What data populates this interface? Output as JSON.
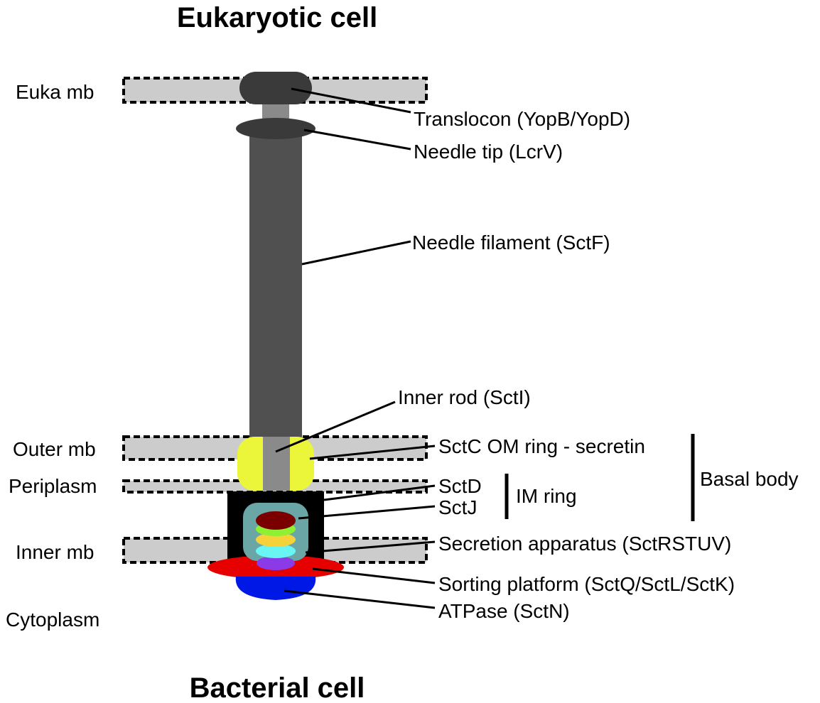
{
  "titles": {
    "top": "Eukaryotic cell",
    "bottom": "Bacterial cell"
  },
  "regions": {
    "euka_mb": "Euka mb",
    "outer_mb": "Outer mb",
    "periplasm": "Periplasm",
    "inner_mb": "Inner mb",
    "cytoplasm": "Cytoplasm"
  },
  "components": {
    "translocon": "Translocon (YopB/YopD)",
    "needle_tip": "Needle tip (LcrV)",
    "needle_filament": "Needle filament (SctF)",
    "inner_rod": "Inner rod (SctI)",
    "sctc": "SctC OM ring - secretin",
    "sctd": "SctD",
    "sctj": "SctJ",
    "secretion_apparatus": "Secretion apparatus (SctRSTUV)",
    "sorting_platform": "Sorting platform (SctQ/SctL/SctK)",
    "atpase": "ATPase (SctN)"
  },
  "groups": {
    "im_ring": "IM ring",
    "basal_body": "Basal body"
  },
  "colors": {
    "membrane": "#cccccc",
    "translocon": "#3a3a3a",
    "needle_tip": "#3a3a3a",
    "needle_filament": "#505050",
    "inner_rod": "#8a8a8a",
    "secretin": "#ebf53a",
    "im_ring": "#000000",
    "sctj_ring": "#6aa6a6",
    "sorting_platform": "#e60000",
    "atpase": "#0018e6",
    "export_gate_stack": [
      "#7a0000",
      "#8ef032",
      "#f5d23a",
      "#6af5f5",
      "#8a3ae6"
    ]
  }
}
